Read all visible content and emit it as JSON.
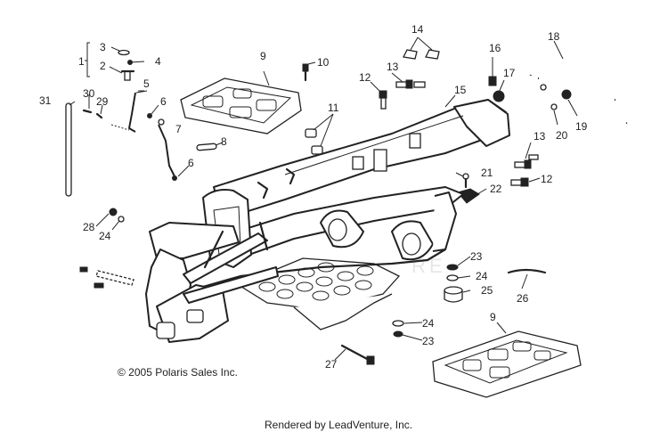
{
  "copyright": "© 2005 Polaris Sales Inc.",
  "rendered_by": "Rendered by LeadVenture, Inc.",
  "watermark": "RE",
  "callouts": {
    "c1": "1",
    "c2": "2",
    "c3": "3",
    "c4": "4",
    "c5": "5",
    "c6a": "6",
    "c6b": "6",
    "c7": "7",
    "c8": "8",
    "c9a": "9",
    "c9b": "9",
    "c10": "10",
    "c11": "11",
    "c12a": "12",
    "c12b": "12",
    "c13a": "13",
    "c13b": "13",
    "c14": "14",
    "c15": "15",
    "c16": "16",
    "c17": "17",
    "c18": "18",
    "c19": "19",
    "c20": "20",
    "c21": "21",
    "c22": "22",
    "c23a": "23",
    "c23b": "23",
    "c24a": "24",
    "c24b": "24",
    "c24c": "24",
    "c25": "25",
    "c26": "26",
    "c27": "27",
    "c28": "28",
    "c29": "29",
    "c30": "30",
    "c31": "31"
  }
}
